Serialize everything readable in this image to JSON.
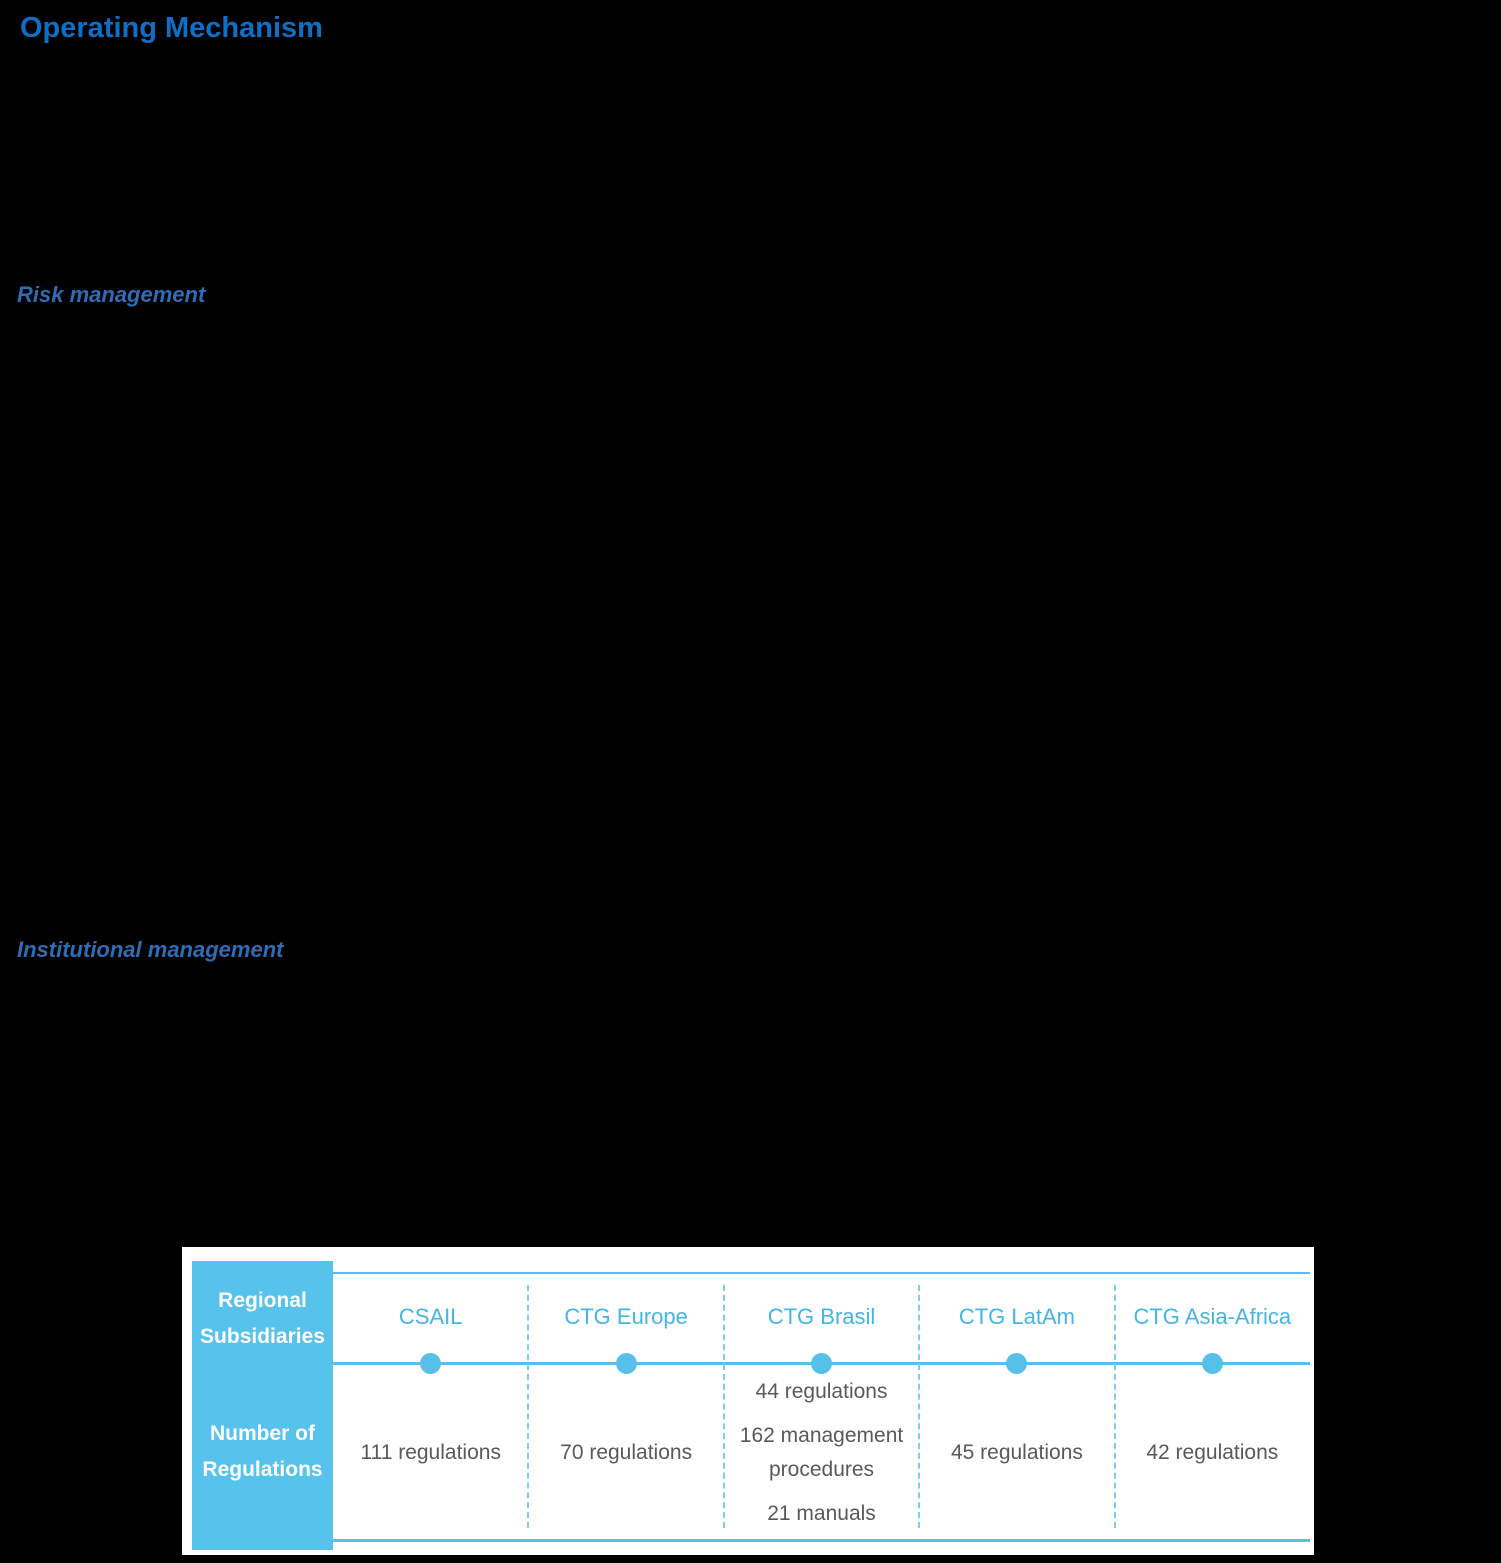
{
  "title": "Operating Mechanism",
  "sections": {
    "risk": "Risk management",
    "institutional": "Institutional management"
  },
  "table": {
    "row_label_subsidiaries": "Regional\nSubsidiaries",
    "row_label_regulations": "Number of\nRegulations",
    "columns": [
      {
        "name": "CSAIL",
        "values": [
          "111 regulations"
        ]
      },
      {
        "name": "CTG Europe",
        "values": [
          "70 regulations"
        ]
      },
      {
        "name": "CTG Brasil",
        "values": [
          "44 regulations",
          "162 management procedures",
          "21 manuals"
        ]
      },
      {
        "name": "CTG LatAm",
        "values": [
          "45 regulations"
        ]
      },
      {
        "name": "CTG Asia-Africa",
        "values": [
          "42 regulations"
        ]
      }
    ]
  },
  "colors": {
    "title": "#0d70c6",
    "section": "#2e6db5",
    "box": "#57c3ed",
    "line": "#56c0ea",
    "dashed": "#7bcef2",
    "header": "#45b5e6",
    "value": "#595959",
    "panel_bg": "#ffffff",
    "page_bg": "#000000"
  }
}
